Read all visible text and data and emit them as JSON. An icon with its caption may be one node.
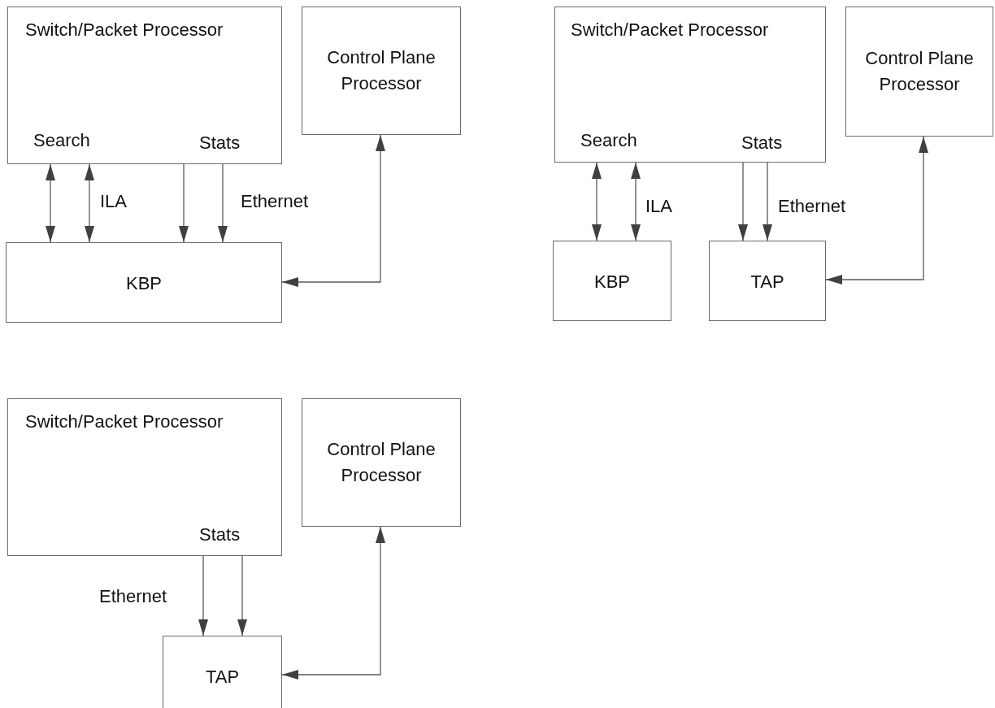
{
  "diagram": {
    "nodes": [
      {
        "text": [
          "Switch/Packet Processor",
          "Search",
          "Stats"
        ]
      },
      {
        "text": [
          "Control Plane Processor"
        ]
      },
      {
        "text": [
          "KBP"
        ]
      },
      {
        "text": [
          "Switch/Packet Processor",
          "Search",
          "Stats"
        ]
      },
      {
        "text": [
          "Control Plane Processor"
        ]
      },
      {
        "text": [
          "KBP"
        ]
      },
      {
        "text": [
          "TAP"
        ]
      },
      {
        "text": [
          "Switch/Packet Processor",
          "Stats"
        ]
      },
      {
        "text": [
          "Control Plane Processor"
        ]
      },
      {
        "text": [
          "TAP"
        ]
      }
    ],
    "edges": [
      {
        "from": 0,
        "to": 2,
        "arrow": "both"
      },
      {
        "from": 0,
        "to": 2,
        "arrow": "both",
        "label": "ILA"
      },
      {
        "from": 0,
        "to": 2,
        "arrow": "to"
      },
      {
        "from": 0,
        "to": 2,
        "arrow": "to",
        "label": "Ethernet"
      },
      {
        "from": 1,
        "to": 2,
        "arrow": "both"
      },
      {
        "from": 3,
        "to": 5,
        "arrow": "both"
      },
      {
        "from": 3,
        "to": 5,
        "arrow": "both",
        "label": "ILA"
      },
      {
        "from": 3,
        "to": 6,
        "arrow": "to"
      },
      {
        "from": 3,
        "to": 6,
        "arrow": "to",
        "label": "Ethernet"
      },
      {
        "from": 4,
        "to": 6,
        "arrow": "both"
      },
      {
        "from": 7,
        "to": 9,
        "arrow": "to",
        "label": "Ethernet"
      },
      {
        "from": 7,
        "to": 9,
        "arrow": "to"
      },
      {
        "from": 8,
        "to": 9,
        "arrow": "both"
      }
    ]
  }
}
